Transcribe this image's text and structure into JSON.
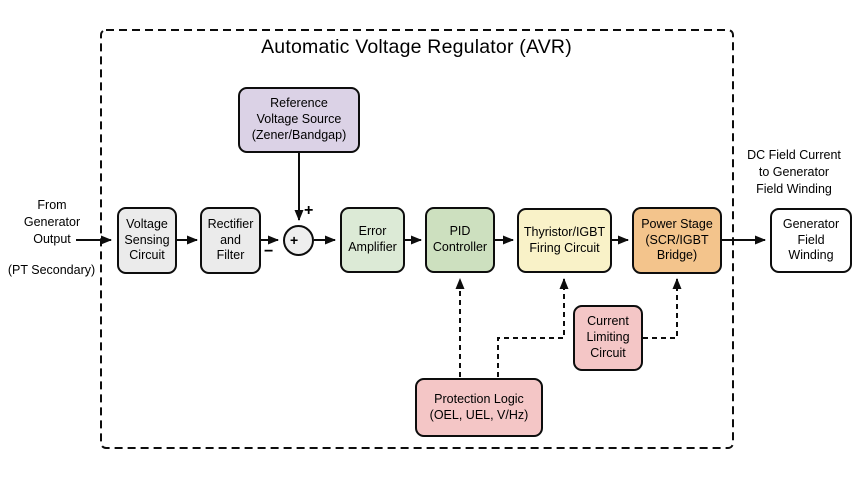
{
  "title": "Automatic Voltage Regulator (AVR)",
  "labels": {
    "source": {
      "line1": "From",
      "line2": "Generator",
      "line3": "Output"
    },
    "pt_secondary": "(PT Secondary)",
    "output": {
      "line1": "DC Field Current",
      "line2": "to Generator",
      "line3": "Field Winding"
    }
  },
  "summing_junction": {
    "plus_reference": "+",
    "plus_inside": "+",
    "minus_feedback": "−"
  },
  "blocks": {
    "reference": {
      "lines": [
        "Reference",
        "Voltage Source",
        "(Zener/Bandgap)"
      ],
      "fill": "#dbd2e6"
    },
    "voltage_sensing": {
      "lines": [
        "Voltage",
        "Sensing",
        "Circuit"
      ],
      "fill": "#ebebeb"
    },
    "rectifier": {
      "lines": [
        "Rectifier",
        "and",
        "Filter"
      ],
      "fill": "#ebebeb"
    },
    "error_amplifier": {
      "lines": [
        "Error",
        "Amplifier"
      ],
      "fill": "#dcead6"
    },
    "pid_controller": {
      "lines": [
        "PID",
        "Controller"
      ],
      "fill": "#cde0bf"
    },
    "thyristor_firing": {
      "lines": [
        "Thyristor/IGBT",
        "Firing Circuit"
      ],
      "fill": "#f9f2c8"
    },
    "power_stage": {
      "lines": [
        "Power Stage",
        "(SCR/IGBT",
        "Bridge)"
      ],
      "fill": "#f3c48c"
    },
    "generator_field": {
      "lines": [
        "Generator",
        "Field",
        "Winding"
      ],
      "fill": "#ffffff"
    },
    "protection_logic": {
      "lines": [
        "Protection Logic",
        "(OEL, UEL, V/Hz)"
      ],
      "fill": "#f4c6c6"
    },
    "current_limiting": {
      "lines": [
        "Current",
        "Limiting",
        "Circuit"
      ],
      "fill": "#f4c6c6"
    }
  },
  "colors": {
    "line": "#0d0d0d",
    "background": "#ffffff",
    "summing_fill": "#eeeeee"
  }
}
